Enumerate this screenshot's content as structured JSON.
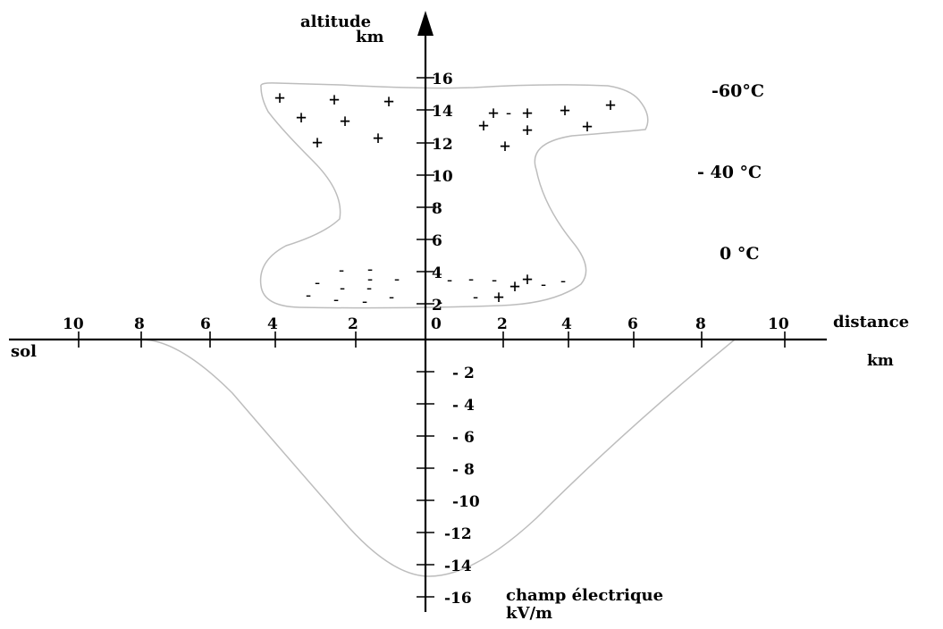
{
  "vertical_axis": {
    "title_line1": "altitude",
    "title_line2": "km",
    "up_ticks": [
      "2",
      "4",
      "6",
      "8",
      "10",
      "12",
      "14",
      "16"
    ],
    "down_ticks": [
      "- 2",
      "- 4",
      "- 6",
      "- 8",
      "-10",
      "-12",
      "-14",
      "-16"
    ],
    "down_title_line1": "champ électrique",
    "down_title_line2": "kV/m"
  },
  "horizontal_axis": {
    "title": "distance",
    "unit": "km",
    "origin": "0",
    "left_ticks": [
      "2",
      "4",
      "6",
      "8",
      "10"
    ],
    "right_ticks": [
      "2",
      "4",
      "6",
      "8",
      "10"
    ],
    "ground_label": "sol"
  },
  "temperatures": {
    "t_minus60": "-60°C",
    "t_minus40": "- 40 °C",
    "t_zero": "0 °C"
  },
  "charges": {
    "plus": "+",
    "minus": "-"
  }
}
